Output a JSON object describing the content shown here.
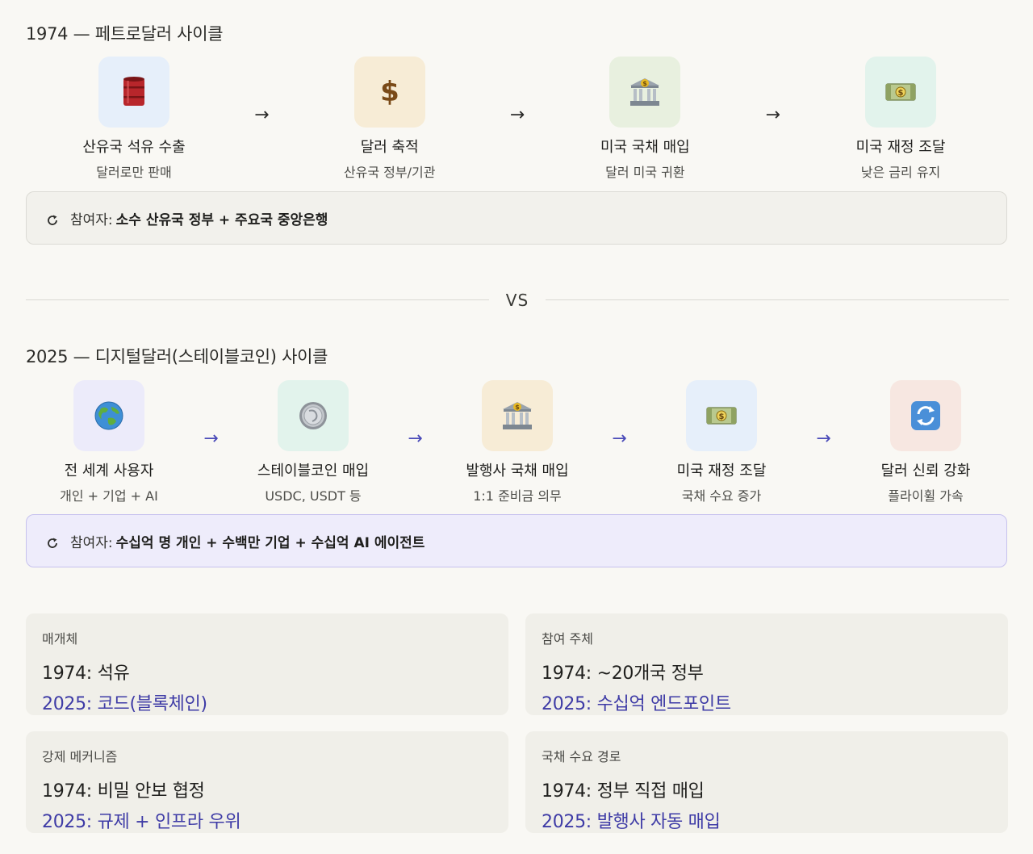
{
  "top": {
    "title": "1974 — 페트로달러 사이클",
    "steps": [
      {
        "icon": "oil-barrel-icon",
        "title": "산유국 석유 수출",
        "sub": "달러로만 판매",
        "bg": "#e6effa"
      },
      {
        "icon": "dollar-sign-icon",
        "title": "달러 축적",
        "sub": "산유국 정부/기관",
        "bg": "#f7ecd6"
      },
      {
        "icon": "bank-icon",
        "title": "미국 국채 매입",
        "sub": "달러 미국 귀환",
        "bg": "#e8f0df"
      },
      {
        "icon": "banknote-icon",
        "title": "미국 재정 조달",
        "sub": "낮은 금리 유지",
        "bg": "#e2f3ec"
      }
    ],
    "arrow": "→",
    "participants_label": "참여자:",
    "participants_text": "소수 산유국 정부 + 주요국 중앙은행"
  },
  "vs": "VS",
  "bottom": {
    "title": "2025 — 디지털달러(스테이블코인) 사이클",
    "steps": [
      {
        "icon": "globe-icon",
        "title": "전 세계 사용자",
        "sub": "개인 + 기업 + AI",
        "bg": "#ecebfa"
      },
      {
        "icon": "coin-icon",
        "title": "스테이블코인 매입",
        "sub": "USDC, USDT 등",
        "bg": "#e2f3ec"
      },
      {
        "icon": "bank-icon",
        "title": "발행사 국채 매입",
        "sub": "1:1 준비금 의무",
        "bg": "#f7ecd6"
      },
      {
        "icon": "banknote-icon",
        "title": "미국 재정 조달",
        "sub": "국채 수요 증가",
        "bg": "#e6effa"
      },
      {
        "icon": "refresh-icon",
        "title": "달러 신뢰 강화",
        "sub": "플라이휠 가속",
        "bg": "#f7e7e1"
      }
    ],
    "arrow": "→",
    "participants_label": "참여자:",
    "participants_text": "수십억 명 개인 + 수백만 기업 + 수십억 AI 에이전트"
  },
  "cards": [
    {
      "label": "매개체",
      "l1": "1974: 석유",
      "l2": "2025: 코드(블록체인)"
    },
    {
      "label": "참여 주체",
      "l1": "1974: ~20개국 정부",
      "l2": "2025: 수십억 엔드포인트"
    },
    {
      "label": "강제 메커니즘",
      "l1": "1974: 비밀 안보 협정",
      "l2": "2025: 규제 + 인프라 우위"
    },
    {
      "label": "국채 수요 경로",
      "l1": "1974: 정부 직접 매입",
      "l2": "2025: 발행사 자동 매입"
    }
  ],
  "colors": {
    "accent": "#3e3ba6",
    "arrow_blue": "#4a4ab8"
  }
}
